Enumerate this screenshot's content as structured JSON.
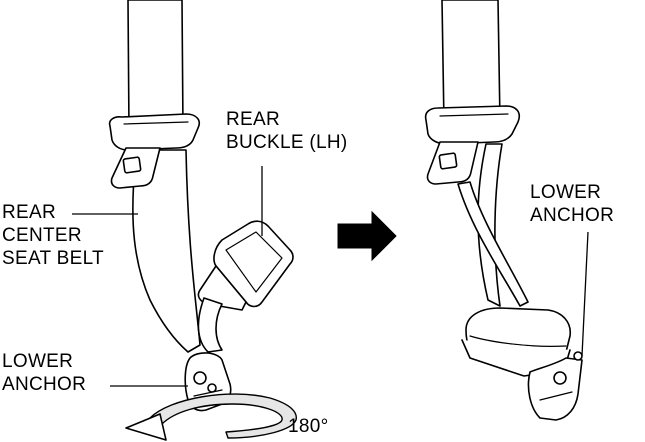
{
  "labels": {
    "rear_buckle": [
      "REAR",
      "BUCKLE (LH)"
    ],
    "rear_center_seat_belt": [
      "REAR",
      "CENTER",
      "SEAT BELT"
    ],
    "lower_anchor_left": [
      "LOWER",
      "ANCHOR"
    ],
    "lower_anchor_right": [
      "LOWER",
      "ANCHOR"
    ],
    "rotation": "180°"
  },
  "icons": {
    "direction_arrow": "arrow-right-icon",
    "rotation_arrow": "rotate-arrow-icon"
  },
  "colors": {
    "ink": "#000000",
    "background": "#ffffff"
  }
}
